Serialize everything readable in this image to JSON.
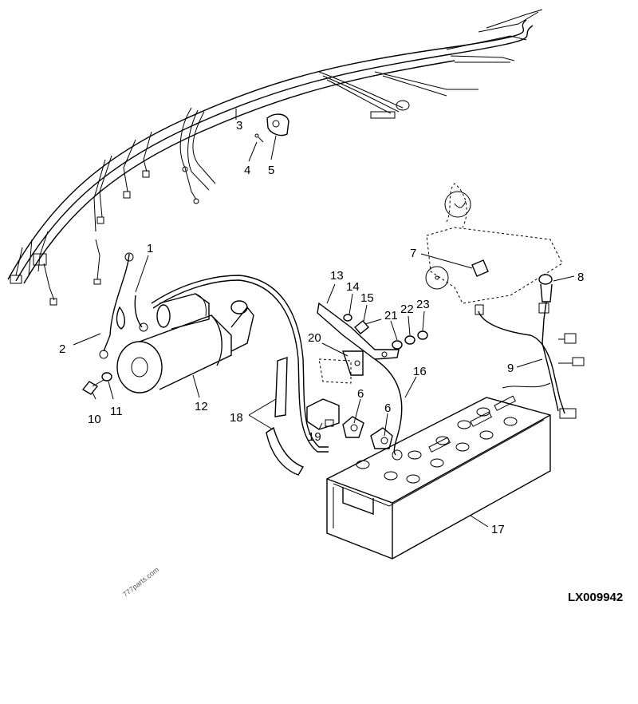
{
  "reference_code": "LX009942",
  "watermark": "777parts.com",
  "callouts": [
    {
      "id": "c1",
      "label": "1"
    },
    {
      "id": "c2",
      "label": "2"
    },
    {
      "id": "c3",
      "label": "3"
    },
    {
      "id": "c4",
      "label": "4"
    },
    {
      "id": "c5",
      "label": "5"
    },
    {
      "id": "c6a",
      "label": "6"
    },
    {
      "id": "c6b",
      "label": "6"
    },
    {
      "id": "c7",
      "label": "7"
    },
    {
      "id": "c8",
      "label": "8"
    },
    {
      "id": "c9",
      "label": "9"
    },
    {
      "id": "c10",
      "label": "10"
    },
    {
      "id": "c11",
      "label": "11"
    },
    {
      "id": "c12",
      "label": "12"
    },
    {
      "id": "c13",
      "label": "13"
    },
    {
      "id": "c14",
      "label": "14"
    },
    {
      "id": "c15",
      "label": "15"
    },
    {
      "id": "c16",
      "label": "16"
    },
    {
      "id": "c17",
      "label": "17"
    },
    {
      "id": "c18",
      "label": "18"
    },
    {
      "id": "c19",
      "label": "19"
    },
    {
      "id": "c20",
      "label": "20"
    },
    {
      "id": "c21",
      "label": "21"
    },
    {
      "id": "c22",
      "label": "22"
    },
    {
      "id": "c23",
      "label": "23"
    }
  ]
}
